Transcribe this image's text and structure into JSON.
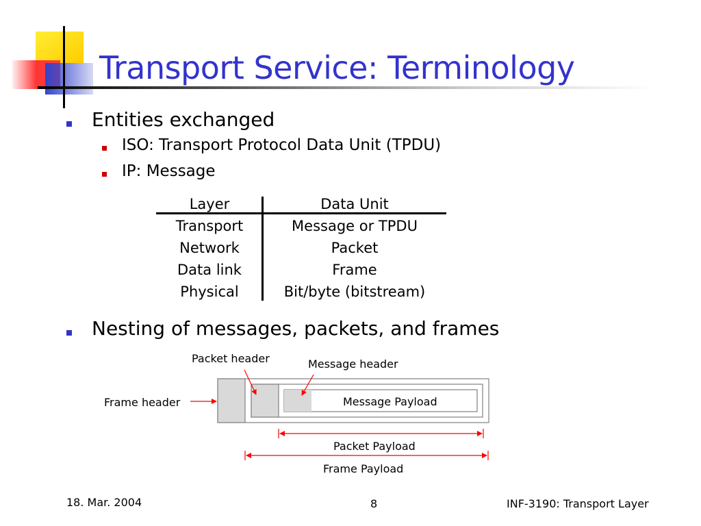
{
  "slide": {
    "title": "Transport Service: Terminology",
    "bullets": {
      "b1": "Entities exchanged",
      "b1_sub1": "ISO: Transport Protocol Data Unit (TPDU)",
      "b1_sub2": "IP: Message",
      "b2": "Nesting of messages, packets, and frames"
    },
    "table": {
      "headers": [
        "Layer",
        "Data Unit"
      ],
      "rows": [
        [
          "Transport",
          "Message or TPDU"
        ],
        [
          "Network",
          "Packet"
        ],
        [
          "Data link",
          "Frame"
        ],
        [
          "Physical",
          "Bit/byte (bitstream)"
        ]
      ]
    },
    "diagram": {
      "packet_header": "Packet header",
      "message_header": "Message header",
      "frame_header": "Frame header",
      "message_payload": "Message Payload",
      "packet_payload": "Packet Payload",
      "frame_payload": "Frame Payload"
    },
    "footer": {
      "date": "18. Mar. 2004",
      "page": "8",
      "course": "INF-3190: Transport Layer"
    }
  },
  "colors": {
    "title": "#3333cc",
    "bullet_level1": "#3333cc",
    "bullet_level2": "#cc0000",
    "arrow": "#ff0000",
    "header_fill": "#d9d9d9"
  }
}
